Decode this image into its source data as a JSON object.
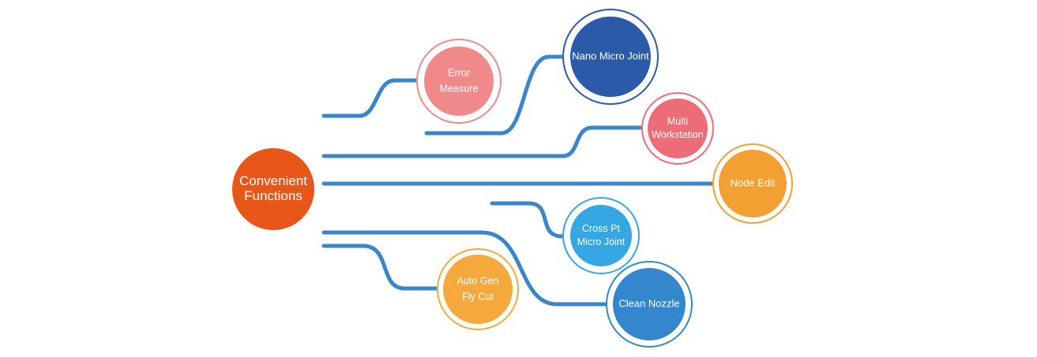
{
  "diagram": {
    "hub": {
      "lines": [
        "Convenient",
        "Functions"
      ],
      "color": "#e8561a"
    },
    "colors": {
      "connector": "#3a86c8"
    },
    "features": [
      {
        "id": "error-measure",
        "lines": [
          "Error",
          "Measure"
        ],
        "color": "#f08a8a"
      },
      {
        "id": "nano-micro-joint",
        "lines": [
          "Nano Micro Joint"
        ],
        "color": "#2b5aa8"
      },
      {
        "id": "multi-workstation",
        "lines": [
          "Multi",
          "Workstation"
        ],
        "color": "#ee6b78"
      },
      {
        "id": "node-edit",
        "lines": [
          "Node Edit"
        ],
        "color": "#f3a033"
      },
      {
        "id": "cross-pt-micro-joint",
        "lines": [
          "Cross Pt",
          "Micro Joint"
        ],
        "color": "#35a7e2"
      },
      {
        "id": "auto-gen-fly-cut",
        "lines": [
          "Auto Gen",
          "Fly Cut"
        ],
        "color": "#f5a93c"
      },
      {
        "id": "clean-nozzle",
        "lines": [
          "Clean Nozzle"
        ],
        "color": "#3487cc"
      }
    ]
  }
}
